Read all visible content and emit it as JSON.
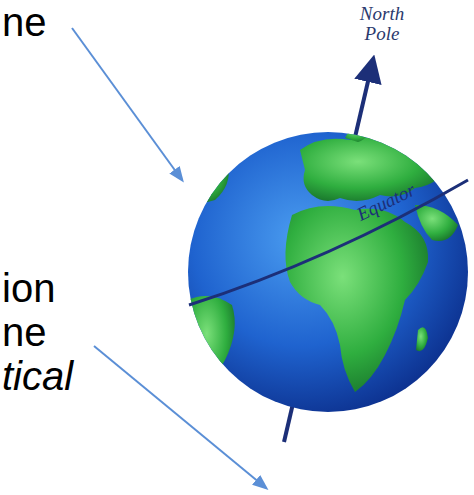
{
  "diagram": {
    "labels": [
      "ne",
      "North Pole",
      "Equator",
      "ion",
      "ne",
      "tical"
    ]
  }
}
